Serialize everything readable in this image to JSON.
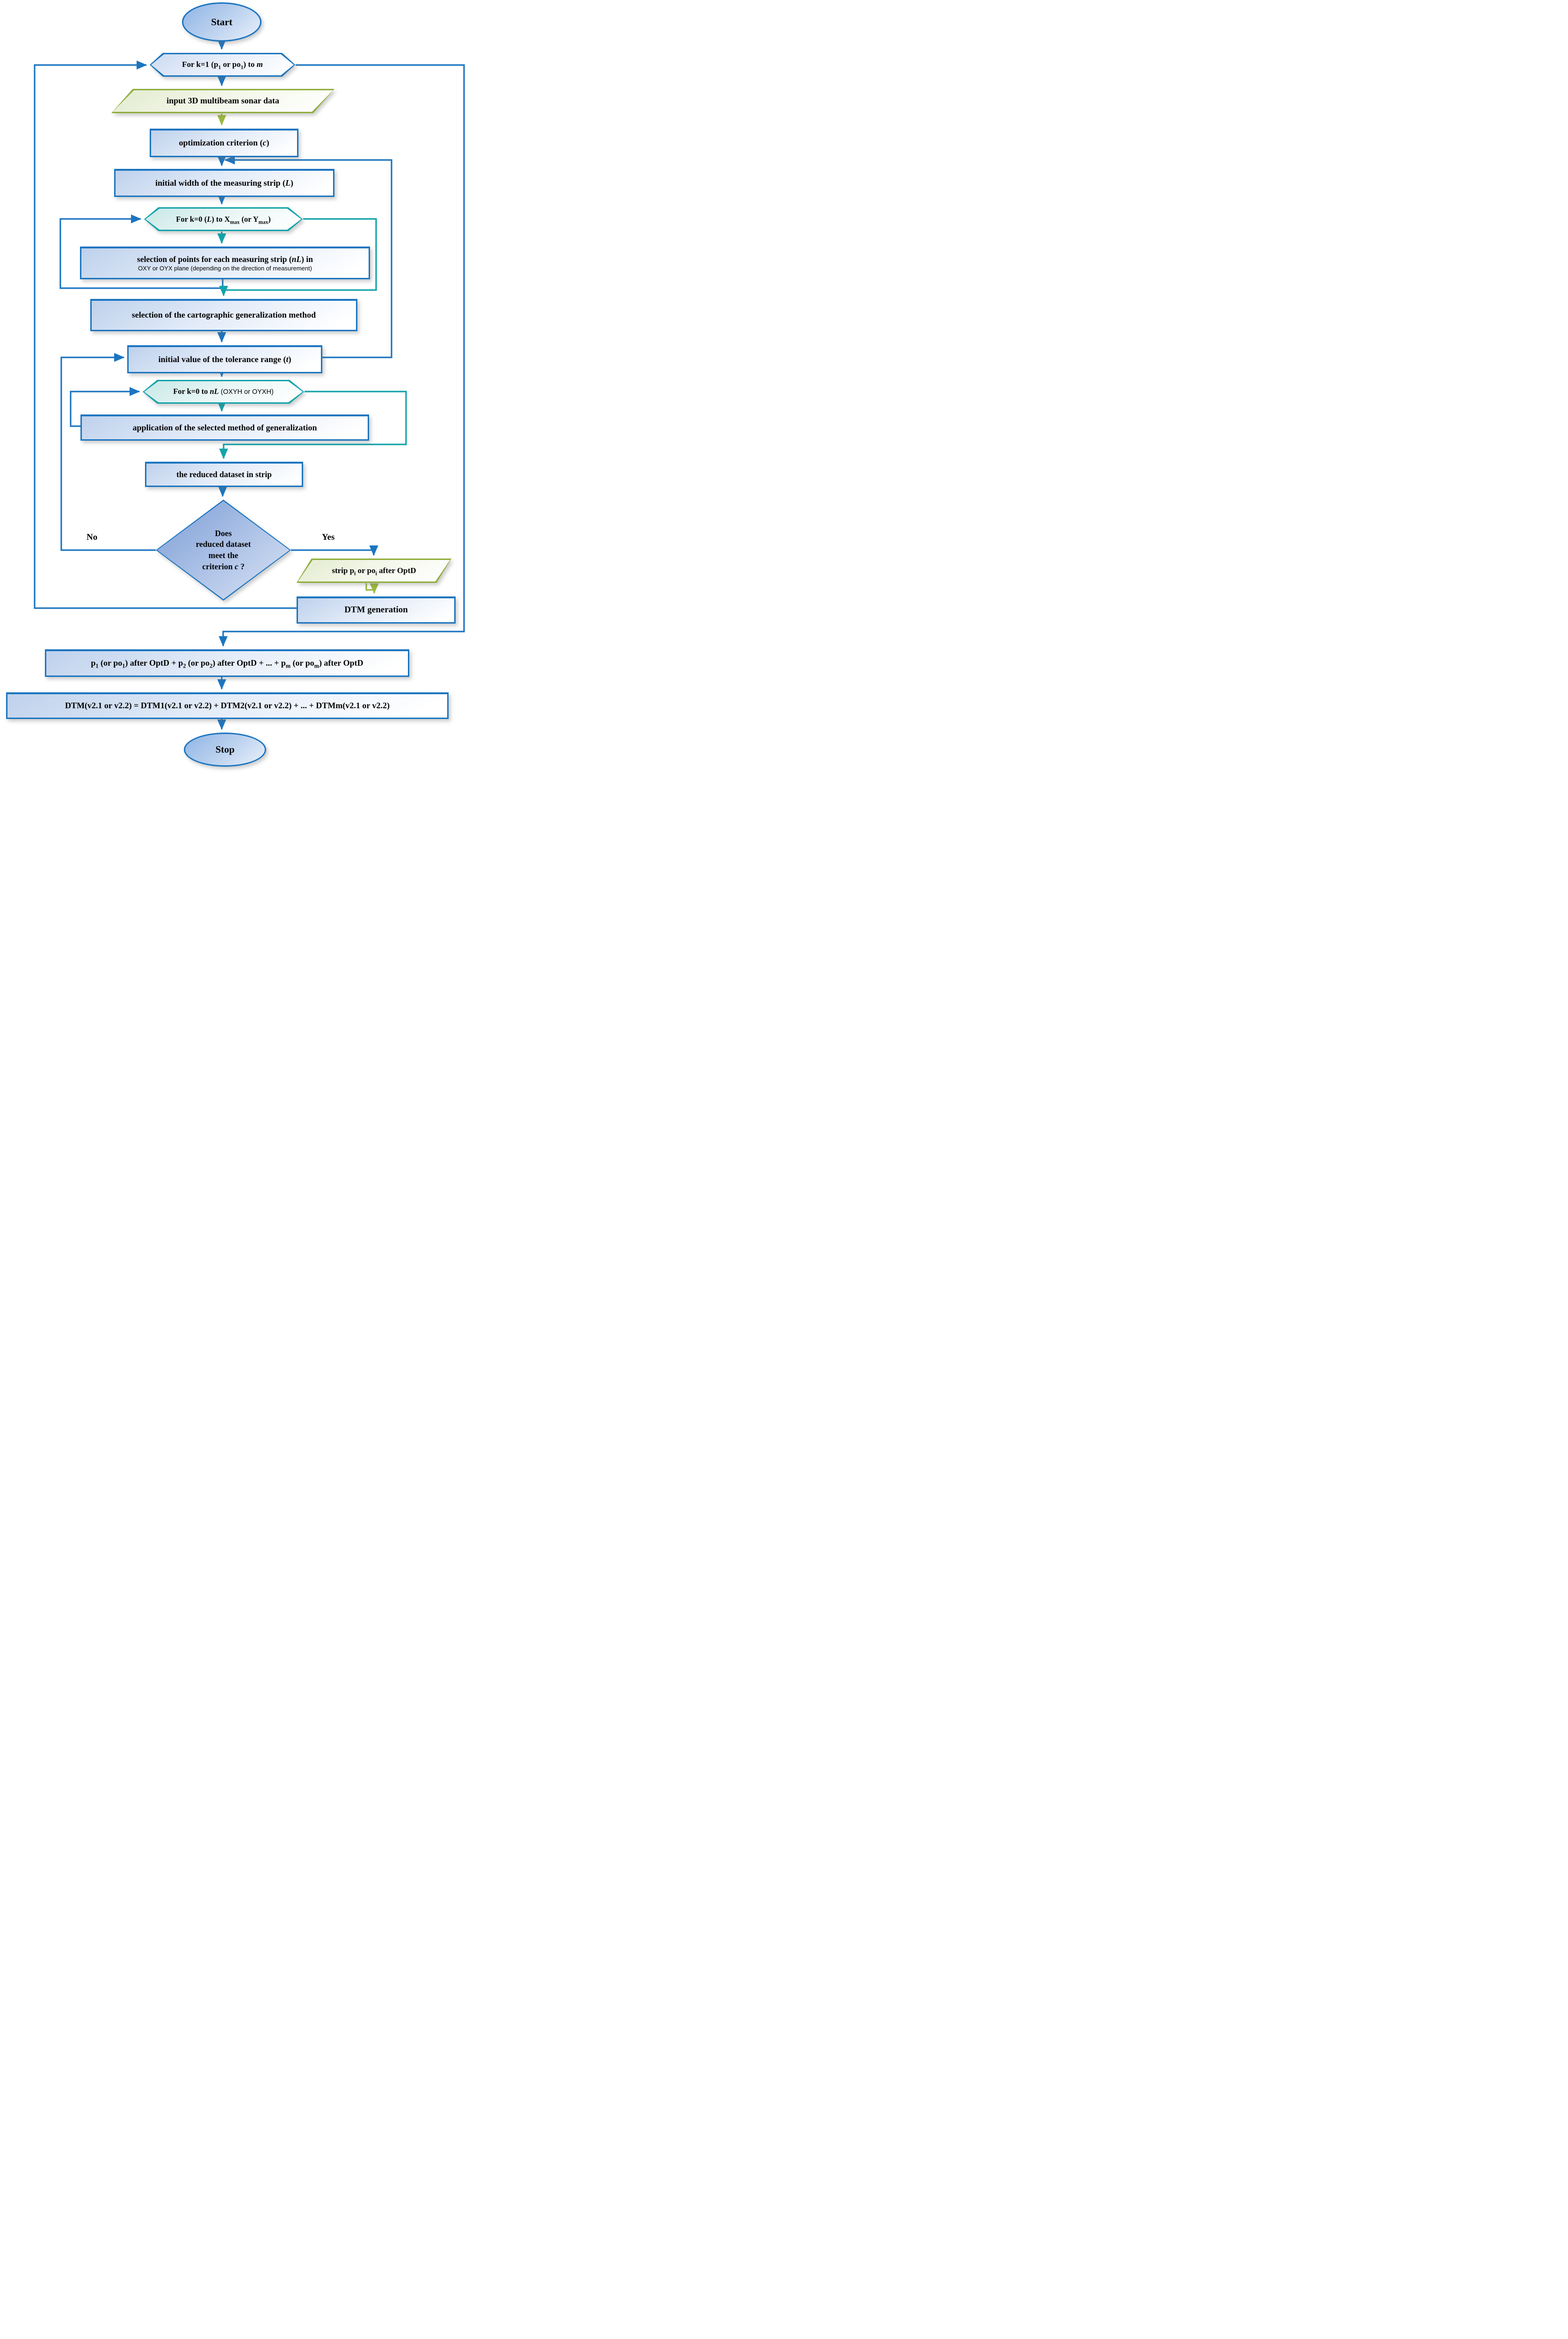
{
  "title": "OptD flowchart for 3D multibeam sonar data reduction and DTM generation",
  "colors": {
    "primary_blue": "#1b75c0",
    "loop_teal": "#12a3ab",
    "io_olive_green": "#8fae3c",
    "diamond_fill": "#7d9ed6",
    "box_fill_light": "#bed1ec"
  },
  "nodes": {
    "start": {
      "label": "Start"
    },
    "loop_strips": {
      "segments": [
        {
          "t": "For k=1 (p"
        },
        {
          "t": "1",
          "v": "sub"
        },
        {
          "t": " or po"
        },
        {
          "t": "1",
          "v": "sub"
        },
        {
          "t": ") to "
        },
        {
          "t": "m",
          "v": "i"
        }
      ]
    },
    "input_data": {
      "label": "input 3D multibeam sonar data"
    },
    "opt_criterion": {
      "segments": [
        {
          "t": "optimization criterion ("
        },
        {
          "t": "c",
          "v": "i"
        },
        {
          "t": ")"
        }
      ]
    },
    "initial_width": {
      "segments": [
        {
          "t": "initial width of the measuring strip ("
        },
        {
          "t": "L",
          "v": "i"
        },
        {
          "t": ")"
        }
      ]
    },
    "loop_width": {
      "segments": [
        {
          "t": "For k=0 ("
        },
        {
          "t": "L",
          "v": "i"
        },
        {
          "t": ") to X"
        },
        {
          "t": "max",
          "v": "sub"
        },
        {
          "t": " (or Y"
        },
        {
          "t": "max",
          "v": "sub"
        },
        {
          "t": ")"
        }
      ]
    },
    "select_points": {
      "segments": [
        {
          "t": "selection of points for each measuring strip ("
        },
        {
          "t": "nL",
          "v": "i"
        },
        {
          "t": ") in"
        }
      ],
      "line2": "OXY or OYX plane (depending on the direction of measurement)"
    },
    "select_method": {
      "label": "selection of the cartographic generalization method"
    },
    "tolerance": {
      "segments": [
        {
          "t": "initial value of the tolerance range ("
        },
        {
          "t": "t",
          "v": "i"
        },
        {
          "t": ")"
        }
      ]
    },
    "loop_points": {
      "segments": [
        {
          "t": "For k=0 to "
        },
        {
          "t": "nL",
          "v": "i"
        },
        {
          "t": " "
        },
        {
          "t": "(OXYH or OYXH)",
          "v": "sans"
        }
      ]
    },
    "apply_method": {
      "label": "application of the selected method of generalization"
    },
    "reduced_dataset": {
      "label": "the reduced dataset in strip"
    },
    "decision": {
      "line1": "Does",
      "line2": "reduced dataset",
      "line3": "meet the",
      "line4_segments": [
        {
          "t": "criterion "
        },
        {
          "t": "c",
          "v": "i"
        },
        {
          "t": " ?"
        }
      ]
    },
    "edge_no": {
      "label": "No"
    },
    "edge_yes": {
      "label": "Yes"
    },
    "strip_after_optd": {
      "segments": [
        {
          "t": "strip p"
        },
        {
          "t": "i",
          "v": "sub"
        },
        {
          "t": " or po"
        },
        {
          "t": "i",
          "v": "sub"
        },
        {
          "t": " after OptD"
        }
      ]
    },
    "dtm_generation": {
      "label": "DTM generation"
    },
    "combine_strips": {
      "segments": [
        {
          "t": "p"
        },
        {
          "t": "1",
          "v": "sub"
        },
        {
          "t": " (or po"
        },
        {
          "t": "1",
          "v": "sub"
        },
        {
          "t": ") after OptD + p"
        },
        {
          "t": "2",
          "v": "sub"
        },
        {
          "t": " (or po"
        },
        {
          "t": "2",
          "v": "sub"
        },
        {
          "t": ") after OptD + ... + p"
        },
        {
          "t": "m",
          "v": "sub"
        },
        {
          "t": " (or po"
        },
        {
          "t": "m",
          "v": "sub"
        },
        {
          "t": ") after OptD"
        }
      ]
    },
    "dtm_final": {
      "label": "DTM(v2.1 or v2.2) = DTM1(v2.1 or v2.2) + DTM2(v2.1 or v2.2) + ... + DTMm(v2.1 or v2.2)"
    },
    "stop": {
      "label": "Stop"
    }
  }
}
